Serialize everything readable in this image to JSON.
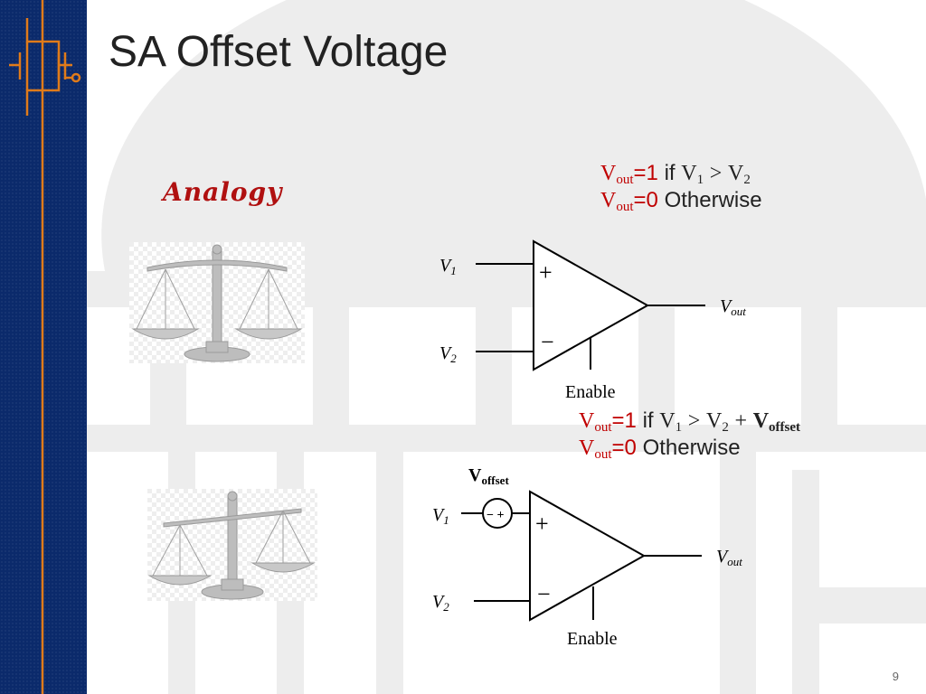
{
  "slide": {
    "title": "SA Offset Voltage",
    "analogy": "Analogy",
    "page_number": "9"
  },
  "cond1": {
    "line1": {
      "lhs_v": "V",
      "lhs_sub": "out",
      "lhs_val": "=1",
      "if": "if",
      "v1": "V",
      "v1_sub": "1",
      "gt": ">",
      "v2": "V",
      "v2_sub": "2"
    },
    "line2": {
      "lhs_v": "V",
      "lhs_sub": "out",
      "lhs_val": "=0",
      "otherwise": "Otherwise"
    }
  },
  "cond2": {
    "line1": {
      "lhs_v": "V",
      "lhs_sub": "out",
      "lhs_val": "=1",
      "if": "if",
      "v1": "V",
      "v1_sub": "1",
      "gt": ">",
      "v2": "V",
      "v2_sub": "2",
      "plus": "+",
      "voff": "V",
      "voff_sub": "offset"
    },
    "line2": {
      "lhs_v": "V",
      "lhs_sub": "out",
      "lhs_val": "=0",
      "otherwise": "Otherwise"
    }
  },
  "circuit1": {
    "in1_v": "V",
    "in1_sub": "1",
    "in2_v": "V",
    "in2_sub": "2",
    "out_v": "V",
    "out_sub": "out",
    "plus": "+",
    "minus": "−",
    "enable": "Enable"
  },
  "circuit2": {
    "offset_v": "V",
    "offset_sub": "offset",
    "in1_v": "V",
    "in1_sub": "1",
    "in2_v": "V",
    "in2_sub": "2",
    "out_v": "V",
    "out_sub": "out",
    "plus": "+",
    "minus": "−",
    "source_sign": "− +",
    "enable": "Enable"
  },
  "colors": {
    "sidebar": "#0b2a6b",
    "accent_orange": "#e07b1a",
    "red_text": "#c00000",
    "analogy_red": "#b01010"
  },
  "icons": {
    "logo": "transistor-symbol-icon",
    "scale": "balance-scale-icon"
  }
}
